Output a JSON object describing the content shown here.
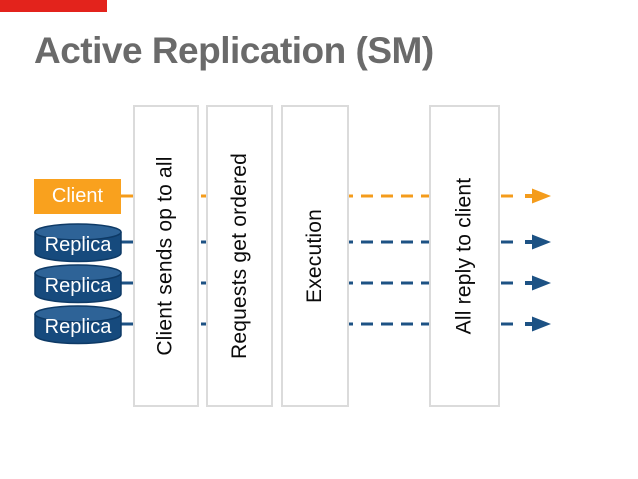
{
  "slide": {
    "title": "Active Replication (SM)"
  },
  "accent_bar": {
    "color": "#E3231C"
  },
  "phases": [
    "Client sends op to all",
    "Requests get ordered",
    "Execution",
    "All reply to client"
  ],
  "actors": [
    {
      "label": "Client",
      "shape": "rectangle",
      "fill": "#F9A11E",
      "line_color": "#F49C1C"
    },
    {
      "label": "Replica",
      "shape": "cylinder",
      "fill": "#164A7D",
      "line_color": "#1D5284"
    },
    {
      "label": "Replica",
      "shape": "cylinder",
      "fill": "#164A7D",
      "line_color": "#1D5284"
    },
    {
      "label": "Replica",
      "shape": "cylinder",
      "fill": "#164A7D",
      "line_color": "#1D5284"
    }
  ],
  "lanes": {
    "style": "dashed",
    "direction": "left-to-right",
    "arrowhead": "solid-triangle",
    "orange": "#F49C1C",
    "blue": "#1D5284"
  },
  "colors": {
    "title_text": "#6A6A6A",
    "phase_box_border": "#DBDBDB",
    "phase_text": "#0B0B0B",
    "background": "#FFFFFF",
    "cylinder_top": "#2E6397",
    "cylinder_rim": "#0E3A66"
  }
}
